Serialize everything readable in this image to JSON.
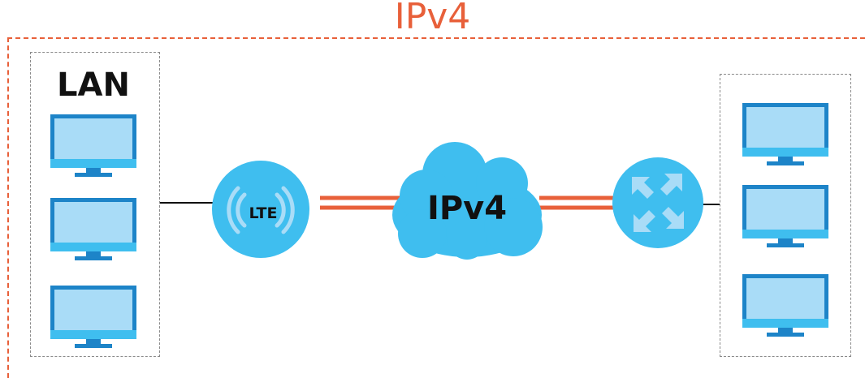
{
  "diagram": {
    "title": "IPv4",
    "lan_label": "LAN",
    "lte_label": "LTE",
    "cloud_label": "IPv4"
  },
  "colors": {
    "accent": "#e8603a",
    "node_blue": "#3fbeef",
    "screen_blue": "#a9dcf7",
    "monitor_dark": "#1d84c8",
    "frame_gray": "#8a8a8a"
  },
  "icons": {
    "lte": "lte-antenna-icon",
    "cloud": "cloud-icon",
    "router": "router-icon",
    "computer": "monitor-icon"
  }
}
